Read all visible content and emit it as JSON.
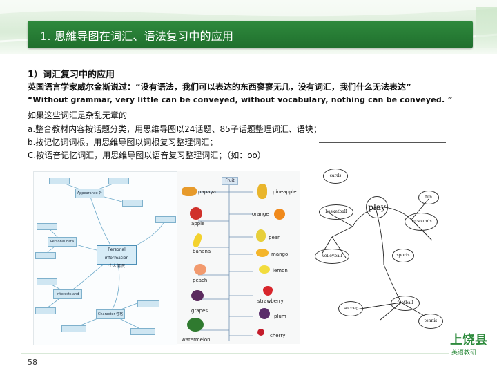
{
  "title": "1. 思維导图在词汇、语法复习中的应用",
  "section": "1）词汇复习中的应用",
  "quote_cn": "英国语言学家威尔金斯说过：“没有语法，我们可以表达的东西寥寥无几，没有词汇，我们什么无法表达”",
  "quote_en": "“Without grammar, very little can be conveyed, without vocabulary, nothing can be conveyed. ”",
  "point_intro": "如果这些词汇是杂乱无章的",
  "point_a": "a.整合教材内容按话题分类，用思维导图以24话题、85子话题整理词汇、语块；",
  "point_b": "b.按记忆词词根，用思维导图以词根复习整理词汇；",
  "point_c": "C.按语音记忆词汇，用思维导图以语音复习整理词汇；（如：oo）",
  "mindmap": {
    "center": [
      "Personal information",
      "个人情况"
    ],
    "nodes": [
      "Appearance 外貌描述",
      "Personal data 个人信息",
      "Interests and hobbies 兴趣和爱好",
      "Character 性格特征"
    ]
  },
  "fruit": {
    "title": "Fruit",
    "items": [
      "papaya",
      "pineapple",
      "orange",
      "apple",
      "pear",
      "banana",
      "mango",
      "lemon",
      "peach",
      "strawberry",
      "grapes",
      "plum",
      "cherry",
      "watermelon"
    ]
  },
  "handdraw": {
    "center": "play",
    "nodes": [
      "cards",
      "sports",
      "fun",
      "netsounds",
      "basketball",
      "volleyball",
      "football",
      "soccer",
      "tennis"
    ]
  },
  "page_number": "58",
  "logo": {
    "line1": "上饶县",
    "line2": "英语教研"
  },
  "colors": {
    "title_bar": "#2f8a3d",
    "accent": "#2e8b3d"
  }
}
